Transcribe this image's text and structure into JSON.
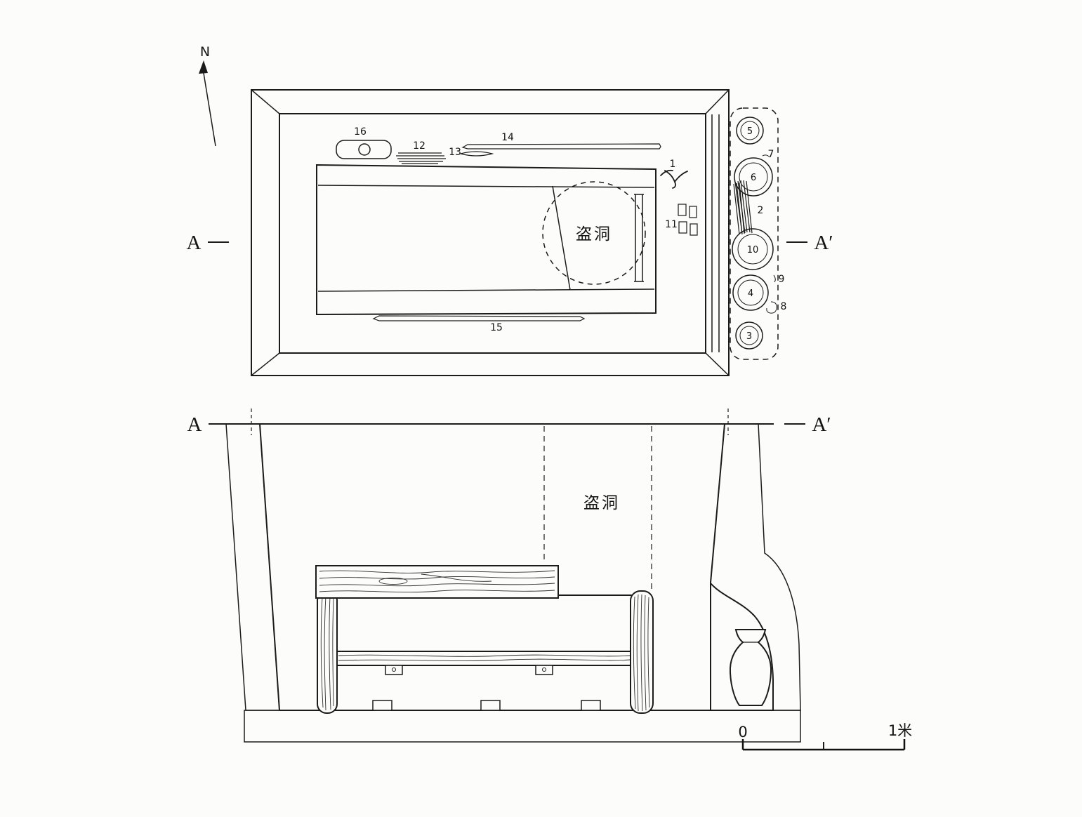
{
  "figure": {
    "compass_label": "N",
    "plan": {
      "marker_left": "A",
      "marker_right": "A′",
      "robber_hole_label": "盗洞",
      "vessels": [
        {
          "label": "5"
        },
        {
          "label": "6"
        },
        {
          "label": "10"
        },
        {
          "label": "4"
        },
        {
          "label": "3"
        }
      ],
      "artifact_labels": {
        "n1": "1",
        "n2": "2",
        "n7": "7",
        "n8": "8",
        "n9": "9",
        "n11": "11",
        "n12": "12",
        "n13": "13",
        "n14": "14",
        "n15": "15",
        "n16": "16"
      }
    },
    "section": {
      "marker_left": "A",
      "marker_right": "A′",
      "robber_hole_label": "盗洞"
    },
    "scale_bar": {
      "zero": "0",
      "max": "1米"
    }
  }
}
